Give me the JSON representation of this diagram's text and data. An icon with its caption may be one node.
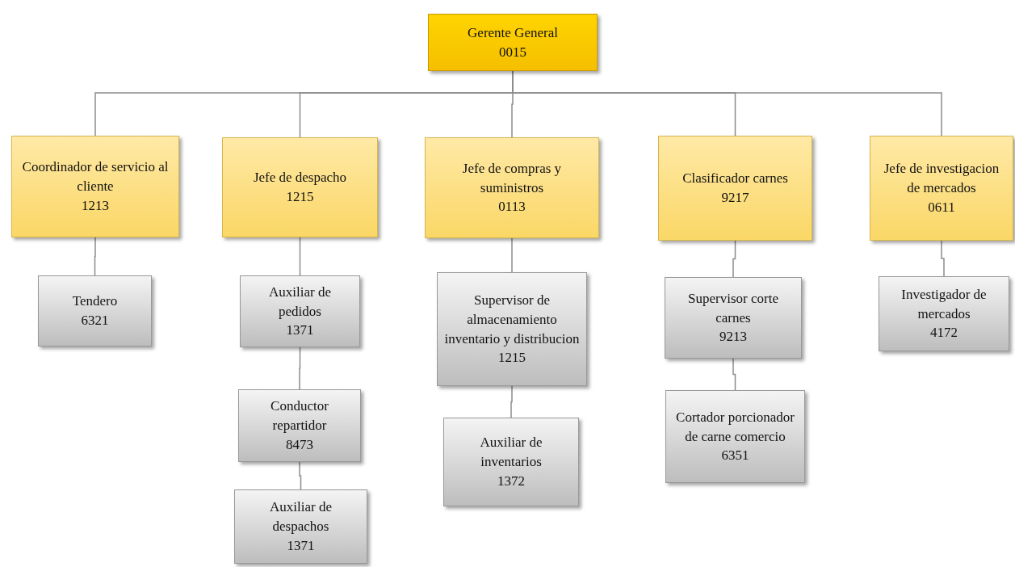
{
  "diagram": {
    "nodes": [
      {
        "text": [
          "Gerente General",
          "0015"
        ]
      },
      {
        "text": [
          "Coordinador de servicio al cliente",
          "1213"
        ]
      },
      {
        "text": [
          "Jefe de despacho",
          "1215"
        ]
      },
      {
        "text": [
          "Jefe de compras y suministros",
          "0113"
        ]
      },
      {
        "text": [
          "Clasificador carnes",
          "9217"
        ]
      },
      {
        "text": [
          "Jefe de investigacion de mercados",
          "0611"
        ]
      },
      {
        "text": [
          "Tendero",
          "6321"
        ]
      },
      {
        "text": [
          "Auxiliar de pedidos",
          "1371"
        ]
      },
      {
        "text": [
          "Conductor repartidor",
          "8473"
        ]
      },
      {
        "text": [
          "Auxiliar de despachos",
          "1371"
        ]
      },
      {
        "text": [
          "Supervisor de almacenamiento inventario y distribucion",
          "1215"
        ]
      },
      {
        "text": [
          "Auxiliar de inventarios",
          "1372"
        ]
      },
      {
        "text": [
          "Supervisor corte carnes",
          "9213"
        ]
      },
      {
        "text": [
          "Cortador porcionador de carne comercio",
          "6351"
        ]
      },
      {
        "text": [
          "Investigador de mercados",
          "4172"
        ]
      }
    ],
    "edges": [
      {
        "from": 0,
        "to": 1,
        "arrow": "none"
      },
      {
        "from": 0,
        "to": 2,
        "arrow": "none"
      },
      {
        "from": 0,
        "to": 3,
        "arrow": "none"
      },
      {
        "from": 0,
        "to": 4,
        "arrow": "none"
      },
      {
        "from": 0,
        "to": 5,
        "arrow": "none"
      },
      {
        "from": 1,
        "to": 6,
        "arrow": "none"
      },
      {
        "from": 2,
        "to": 7,
        "arrow": "none"
      },
      {
        "from": 7,
        "to": 8,
        "arrow": "none"
      },
      {
        "from": 8,
        "to": 9,
        "arrow": "none"
      },
      {
        "from": 3,
        "to": 10,
        "arrow": "none"
      },
      {
        "from": 10,
        "to": 11,
        "arrow": "none"
      },
      {
        "from": 4,
        "to": 12,
        "arrow": "none"
      },
      {
        "from": 12,
        "to": 13,
        "arrow": "none"
      },
      {
        "from": 5,
        "to": 14,
        "arrow": "none"
      }
    ]
  }
}
